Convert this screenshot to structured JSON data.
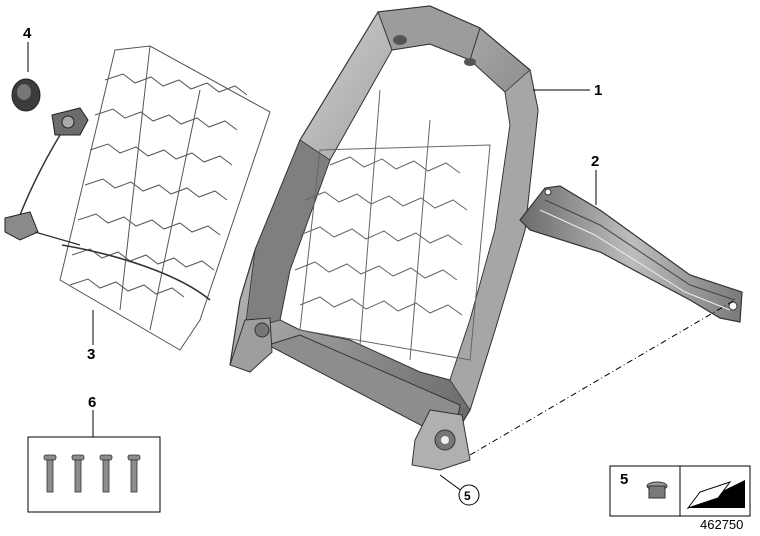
{
  "diagram": {
    "callouts": [
      {
        "id": "1",
        "label": "1"
      },
      {
        "id": "2",
        "label": "2"
      },
      {
        "id": "3",
        "label": "3"
      },
      {
        "id": "4",
        "label": "4"
      },
      {
        "id": "5",
        "label": "5"
      },
      {
        "id": "6",
        "label": "6"
      }
    ],
    "circled_callout": "5",
    "legend_box": {
      "label": "5"
    },
    "document_number": "462750",
    "colors": {
      "line": "#000000",
      "metal_dark": "#4a4a4a",
      "metal_mid": "#8a8a8a",
      "metal_light": "#c8c8c8",
      "background": "#ffffff"
    }
  }
}
